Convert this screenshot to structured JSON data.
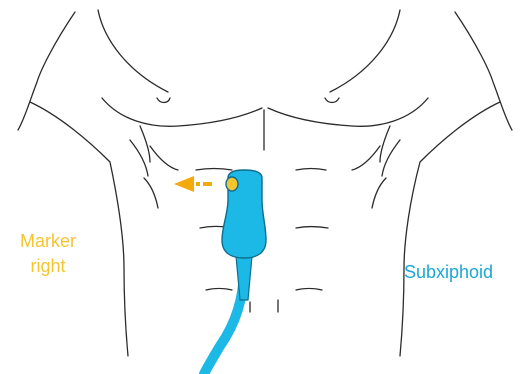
{
  "labels": {
    "marker_line1": "Marker",
    "marker_line2": "right",
    "view": "Subxiphoid"
  },
  "colors": {
    "marker": "#f5c431",
    "view": "#1aa7d6",
    "arrow": "#f4a90c",
    "probe_fill": "#1cb8e6",
    "probe_stroke": "#0d6d8d",
    "cable": "#1cb8e6",
    "outline": "#2b2b2b"
  },
  "icons": {
    "probe": "ultrasound-probe-icon",
    "arrow": "left-arrow-icon"
  }
}
